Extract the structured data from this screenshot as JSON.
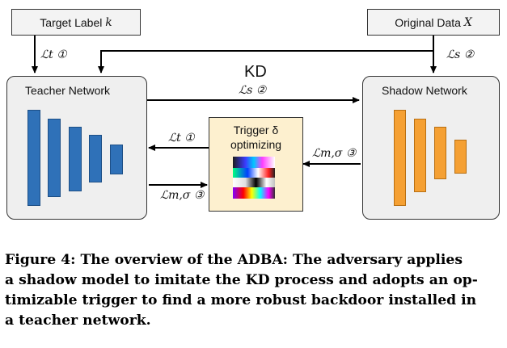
{
  "nodes": {
    "target_label": "Target Label",
    "target_label_var": "k",
    "original_data": "Original Data",
    "original_data_var": "X",
    "teacher": "Teacher Network",
    "shadow": "Shadow Network",
    "trigger_line1": "Trigger δ",
    "trigger_line2": "optimizing"
  },
  "edges": {
    "lt1_top": "ℒt ①",
    "ls2_top": "ℒs ②",
    "kd": "KD",
    "ls2_mid": "ℒs ②",
    "lt1_mid": "ℒt ①",
    "lm3_right": "ℒm,σ ③",
    "lm3_left": "ℒm,σ ③"
  },
  "caption": {
    "line1": "Figure 4: The overview of the ADBA: The adversary applies",
    "line2": "a shadow model to imitate the KD process and adopts an op-",
    "line3": "timizable trigger to find a more robust backdoor installed in",
    "line4": "a teacher network."
  },
  "colors": {
    "teacher_bars": "#2f71b8",
    "shadow_bars": "#f5a033",
    "trigger_bg": "#fdf0cf",
    "panel_bg": "#efefef"
  }
}
